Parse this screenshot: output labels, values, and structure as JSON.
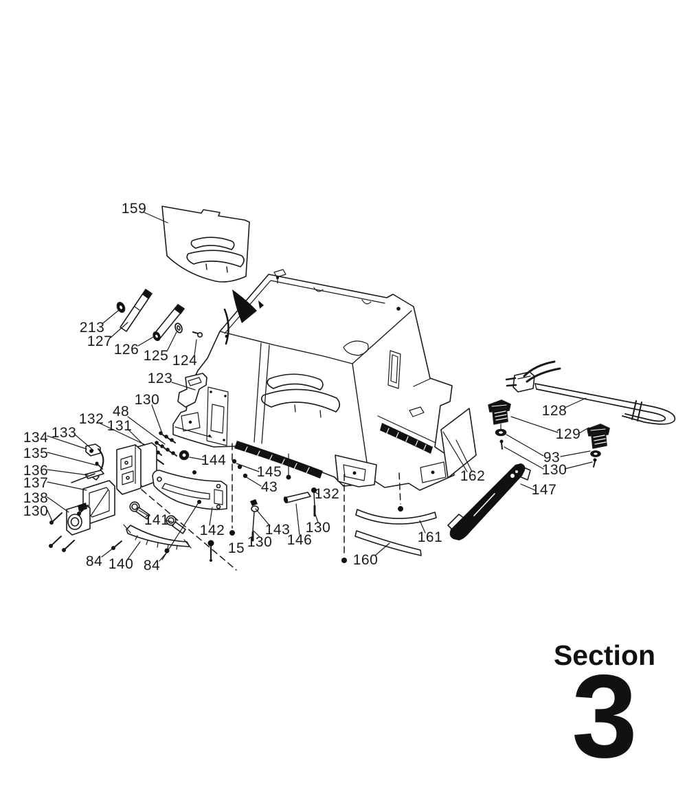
{
  "page": {
    "background": "#ffffff",
    "section": {
      "label": "Section",
      "number": "3"
    }
  },
  "diagram": {
    "type": "exploded-parts-diagram",
    "line_color": "#1a1a1a",
    "callouts": [
      {
        "part": "159"
      },
      {
        "part": "213"
      },
      {
        "part": "127"
      },
      {
        "part": "126"
      },
      {
        "part": "125"
      },
      {
        "part": "124"
      },
      {
        "part": "123"
      },
      {
        "part": "130"
      },
      {
        "part": "48"
      },
      {
        "part": "132"
      },
      {
        "part": "131"
      },
      {
        "part": "133"
      },
      {
        "part": "134"
      },
      {
        "part": "135"
      },
      {
        "part": "136"
      },
      {
        "part": "137"
      },
      {
        "part": "138"
      },
      {
        "part": "130"
      },
      {
        "part": "144"
      },
      {
        "part": "145"
      },
      {
        "part": "43"
      },
      {
        "part": "141"
      },
      {
        "part": "142"
      },
      {
        "part": "84"
      },
      {
        "part": "140"
      },
      {
        "part": "84"
      },
      {
        "part": "15"
      },
      {
        "part": "130"
      },
      {
        "part": "143"
      },
      {
        "part": "146"
      },
      {
        "part": "132"
      },
      {
        "part": "130"
      },
      {
        "part": "128"
      },
      {
        "part": "129"
      },
      {
        "part": "93"
      },
      {
        "part": "130"
      },
      {
        "part": "162"
      },
      {
        "part": "147"
      },
      {
        "part": "161"
      },
      {
        "part": "160"
      }
    ]
  }
}
